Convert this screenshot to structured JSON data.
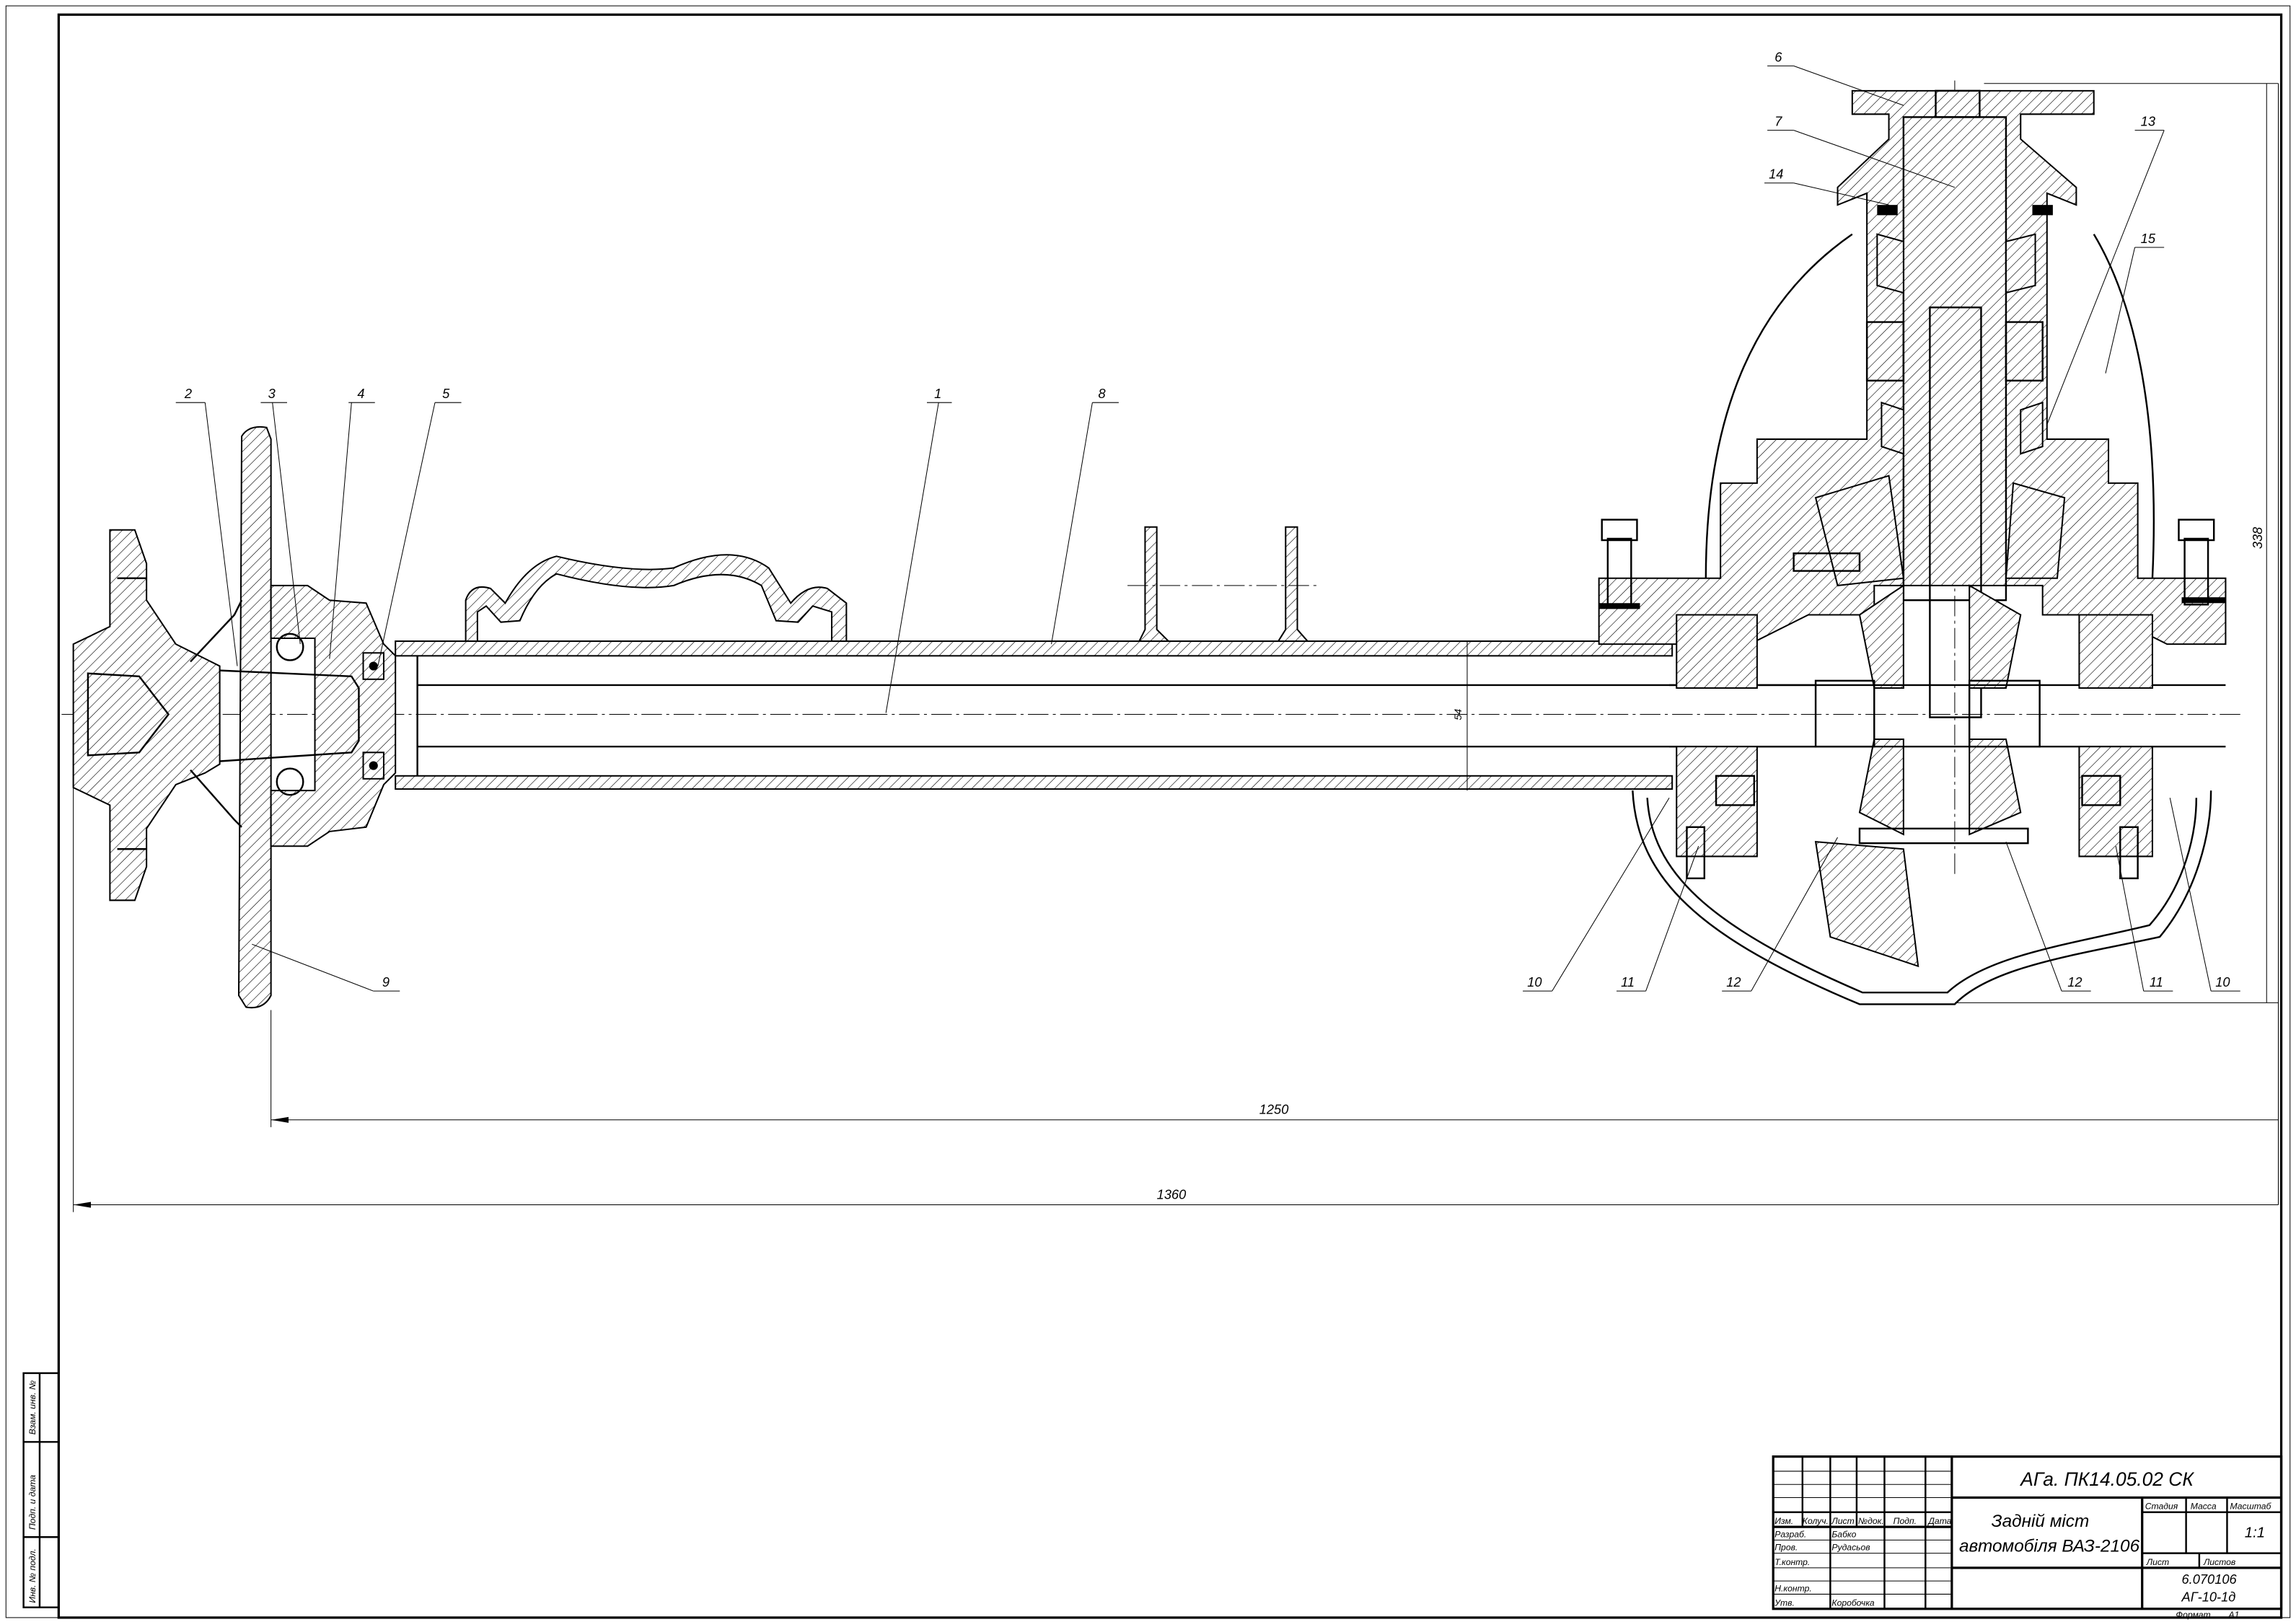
{
  "drawing": {
    "callouts": [
      "1",
      "2",
      "3",
      "4",
      "5",
      "6",
      "7",
      "8",
      "9",
      "10",
      "11",
      "12",
      "13",
      "14",
      "15"
    ],
    "callouts_bottom": [
      "10",
      "11",
      "12",
      "12",
      "11",
      "10"
    ],
    "dimensions": {
      "overall": "1360",
      "brake_to_end": "1250",
      "height": "338",
      "shaft_diameter": "54"
    }
  },
  "title_block": {
    "doc_code": "АГа. ПК14.05.02 СК",
    "title_line1": "Задній міст",
    "title_line2": "автомобіля ВАЗ-2106",
    "headers": {
      "izm": "Изм.",
      "kol": "Колуч.",
      "list": "Лист",
      "ndok": "№док.",
      "podp": "Подп.",
      "data": "Дата"
    },
    "roles": {
      "razrab": "Разраб.",
      "prov": "Пров.",
      "tkontr": "Т.контр.",
      "nkontr": "Н.контр.",
      "utv": "Утв."
    },
    "names": {
      "razrab": "Бабко",
      "prov": "Рудасьов",
      "utv": "Коробочка"
    },
    "stage_label": "Стадия",
    "mass_label": "Масса",
    "scale_label": "Масштаб",
    "scale_value": "1:1",
    "sheet_label": "Лист",
    "sheets_label": "Листов",
    "org_line1": "6.070106",
    "org_line2": "АГ-10-1д",
    "format_label": "Формат",
    "format_value": "А1"
  },
  "side_stamp": {
    "vzam": "Взам. инв. №",
    "podp_data": "Подп. и дата",
    "inv_podl": "Инв. № подл."
  }
}
